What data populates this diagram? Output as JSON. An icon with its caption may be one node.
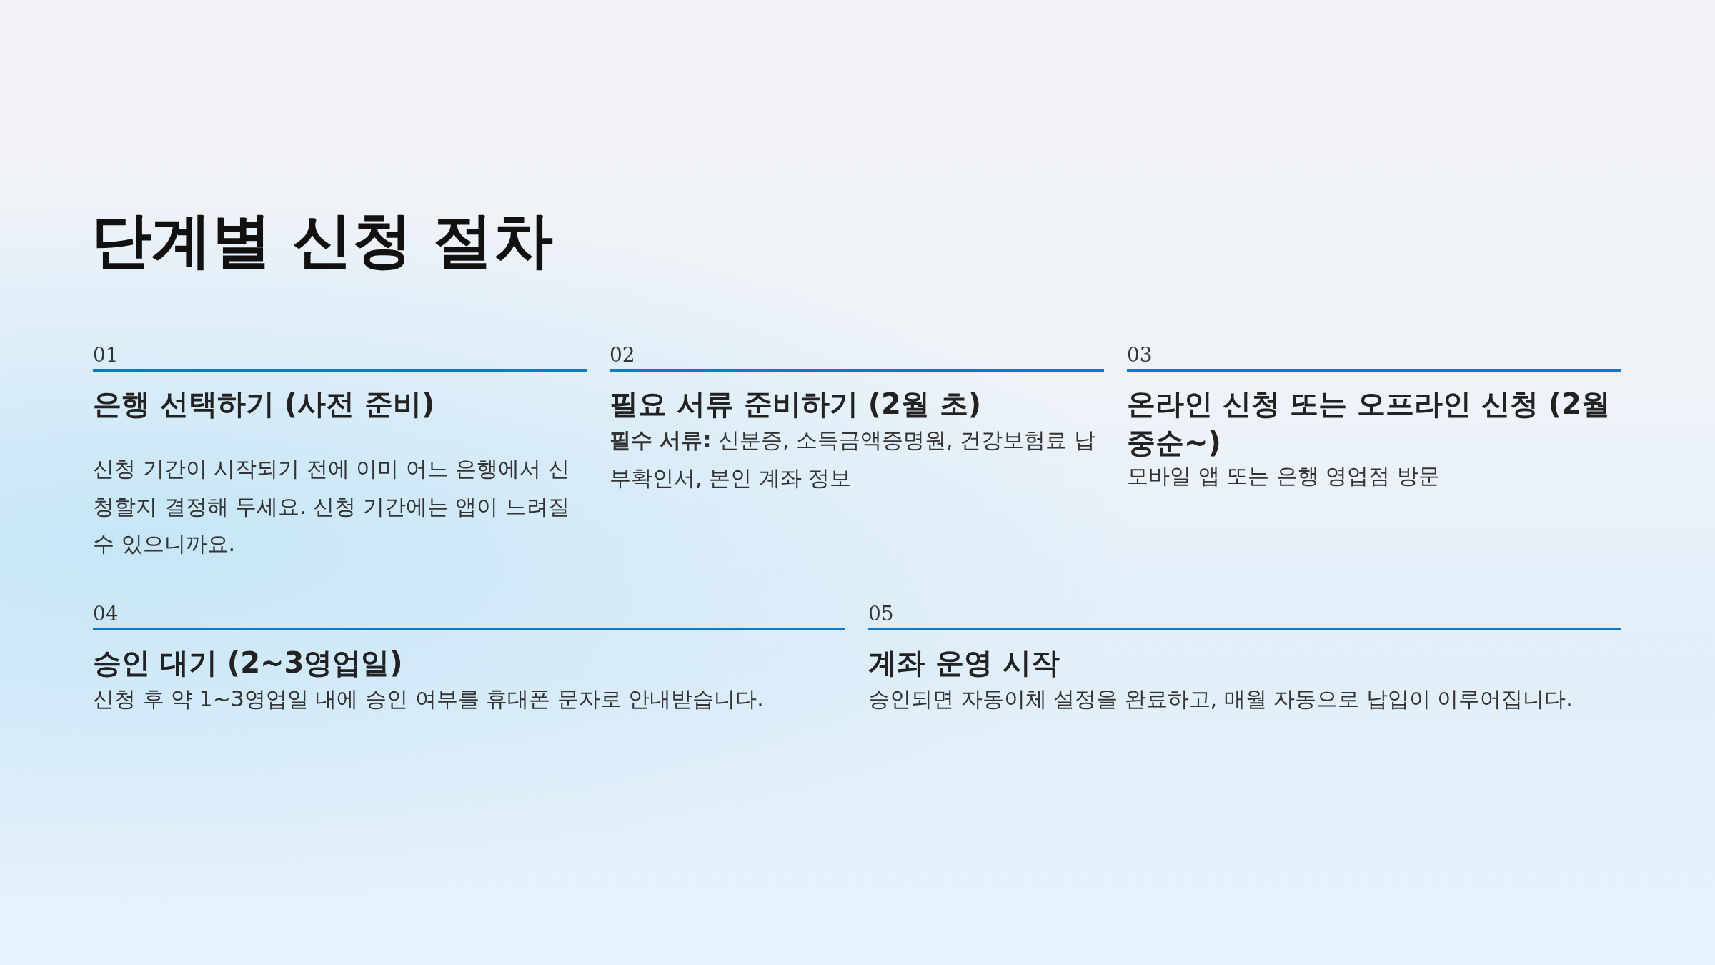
{
  "diagram": {
    "title": "단계별 신청 절차",
    "nodes": [
      {
        "text": [
          "01",
          "은행 선택하기 (사전 준비)",
          "신청 기간이 시작되기 전에 이미 어느 은행에서 신청할지 결정해 두세요. 신청 기간에는 앱이 느려질 수 있으니까요."
        ]
      },
      {
        "text": [
          "02",
          "필요 서류 준비하기 (2월 초)",
          "**필수 서류:** 신분증, 소득금액증명원, 건강보험료 납부확인서, 본인 계좌 정보"
        ]
      },
      {
        "text": [
          "03",
          "온라인 신청 또는 오프라인 신청 (2월 중순~)",
          "모바일 앱 또는 은행 영업점 방문"
        ]
      },
      {
        "text": [
          "04",
          "승인 대기 (2~3영업일)",
          "신청 후 약 1~3영업일 내에 승인 여부를 휴대폰 문자로 안내받습니다."
        ]
      },
      {
        "text": [
          "05",
          "계좌 운영 시작",
          "승인되면 자동이체 설정을 완료하고, 매월 자동으로 납입이 이루어집니다."
        ]
      }
    ]
  }
}
